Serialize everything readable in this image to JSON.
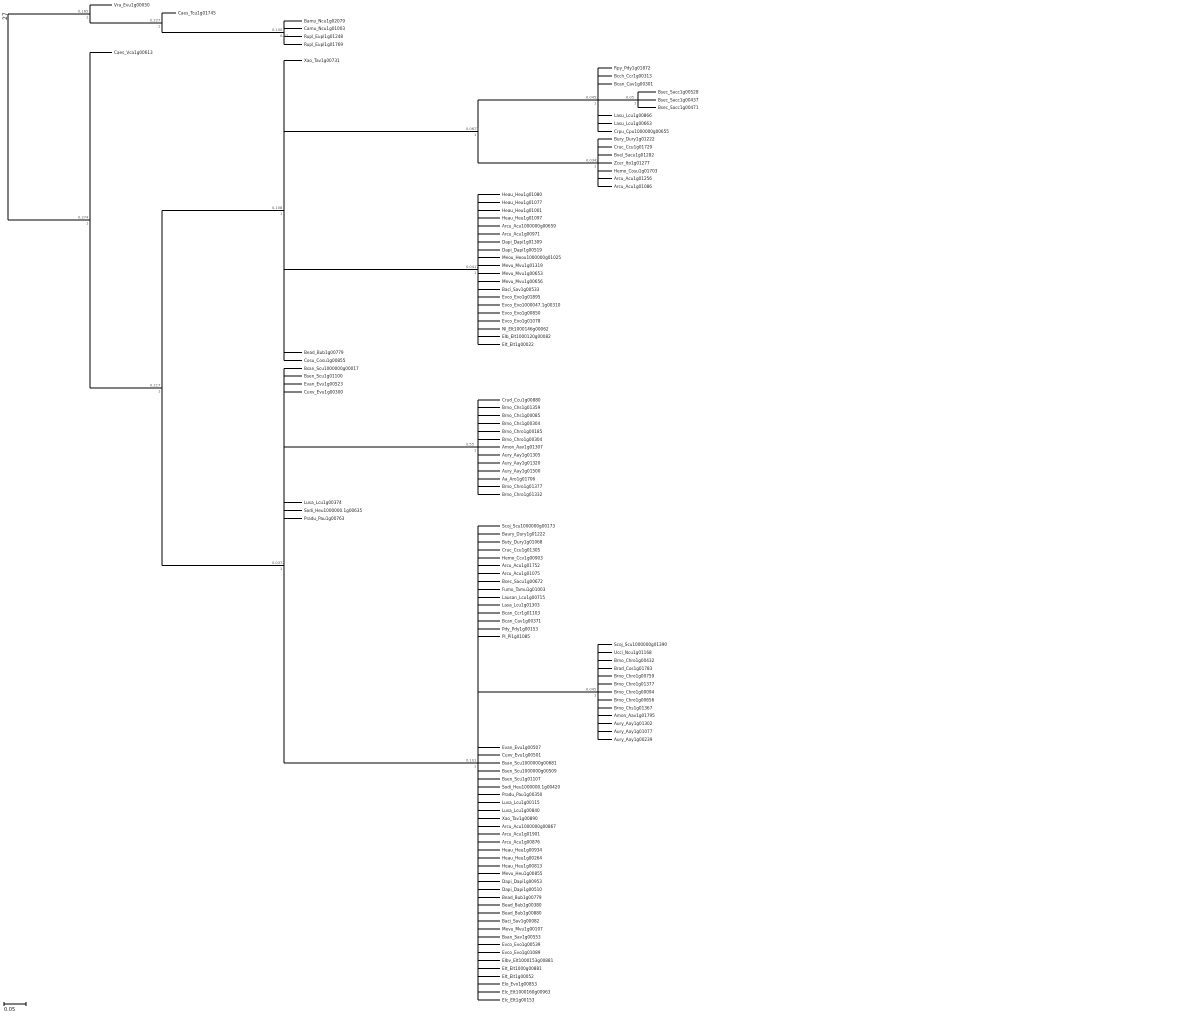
{
  "root_label": "27",
  "scale_bar": {
    "label": "0.05"
  },
  "tree": [
    {
      "id": "root",
      "p": null,
      "bl": ""
    },
    {
      "id": "n1",
      "p": "root",
      "bl": "0.165",
      "sup": "1"
    },
    {
      "id": "t1",
      "p": "n1",
      "tip": "Vra_Evu1g00050"
    },
    {
      "id": "n2",
      "p": "n1",
      "bl": "0.227",
      "sup": "1"
    },
    {
      "id": "t2",
      "p": "n2",
      "tip": "Caes_Tcu1g01745"
    },
    {
      "id": "n3",
      "p": "n2",
      "bl": "0.150",
      "sup": "0.97"
    },
    {
      "id": "t3",
      "p": "n3",
      "tip": "Bamu_Ncu1g02079"
    },
    {
      "id": "t4",
      "p": "n3",
      "tip": "Camu_Ncu1g01003"
    },
    {
      "id": "t5",
      "p": "n3",
      "tip": "Rupl_Eupl1g01248"
    },
    {
      "id": "t6",
      "p": "n3",
      "tip": "Rupl_Eupl1g01769"
    },
    {
      "id": "A",
      "p": "root",
      "bl": "0.374",
      "sup": "1"
    },
    {
      "id": "t7",
      "p": "A",
      "tip": "Caes_Vca1g00613"
    },
    {
      "id": "B",
      "p": "A",
      "bl": "0.217",
      "sup": "1"
    },
    {
      "id": "C",
      "p": "B",
      "bl": "0.108",
      "sup": "1"
    },
    {
      "id": "t8",
      "p": "C",
      "tip": "Xao_Tav1g00731"
    },
    {
      "id": "C1",
      "p": "C",
      "bl": "0.0673",
      "sup": "1"
    },
    {
      "id": "C1a",
      "p": "C1",
      "bl": "0.0453",
      "sup": "1"
    },
    {
      "id": "t9",
      "p": "C1a",
      "tip": "Rpy_Pdy1g01872"
    },
    {
      "id": "t10",
      "p": "C1a",
      "tip": "Bcch_Ccr1g00313"
    },
    {
      "id": "t11",
      "p": "C1a",
      "tip": "Bcan_Cav1g00301"
    },
    {
      "id": "C1b",
      "p": "C1a",
      "bl": "0.05",
      "sup": "1"
    },
    {
      "id": "t12",
      "p": "C1b",
      "tip": "Bsec_Sacc1g00528"
    },
    {
      "id": "t13",
      "p": "C1b",
      "tip": "Bsec_Sacc1g00437"
    },
    {
      "id": "t14",
      "p": "C1b",
      "tip": "Bsec_Sacc1g00471"
    },
    {
      "id": "t15",
      "p": "C1a",
      "tip": "Lasu_Lcu1g00866"
    },
    {
      "id": "t16",
      "p": "C1a",
      "tip": "Lasu_Lcu1g00663"
    },
    {
      "id": "t17",
      "p": "C1a",
      "tip": "Crpu_Cpu1000000g00655"
    },
    {
      "id": "C1c",
      "p": "C1",
      "bl": "0.0342",
      "sup": "1"
    },
    {
      "id": "t18",
      "p": "C1c",
      "tip": "Bury_Dury1g01222"
    },
    {
      "id": "t19",
      "p": "C1c",
      "tip": "Cruc_Ccu1g01729"
    },
    {
      "id": "t20",
      "p": "C1c",
      "tip": "Bvel_Sacu1g01282"
    },
    {
      "id": "t21",
      "p": "C1c",
      "tip": "Zcer_Ito1g01277"
    },
    {
      "id": "t22",
      "p": "C1c",
      "tip": "Hemo_Cosu1g01703"
    },
    {
      "id": "t23",
      "p": "C1c",
      "tip": "Arcu_Acu1g01256"
    },
    {
      "id": "t24",
      "p": "C1c",
      "tip": "Arcu_Acu1g01086"
    },
    {
      "id": "C2",
      "p": "C",
      "bl": "0.0417",
      "sup": "1"
    },
    {
      "id": "t25",
      "p": "C2",
      "tip": "Heau_Heu1g01080"
    },
    {
      "id": "t26",
      "p": "C2",
      "tip": "Heau_Heu1g01077"
    },
    {
      "id": "t27",
      "p": "C2",
      "tip": "Heau_Heu1g01001"
    },
    {
      "id": "t28",
      "p": "C2",
      "tip": "Heau_Heu1g01097"
    },
    {
      "id": "t29",
      "p": "C2",
      "tip": "Arcu_Acu1000000g00659"
    },
    {
      "id": "t30",
      "p": "C2",
      "tip": "Arcu_Acu1g00971"
    },
    {
      "id": "t31",
      "p": "C2",
      "tip": "Dapi_Dapi1g01309"
    },
    {
      "id": "t32",
      "p": "C2",
      "tip": "Dapi_Dapi1g00519"
    },
    {
      "id": "t33",
      "p": "C2",
      "tip": "Meou_Heou1000000g01025"
    },
    {
      "id": "t34",
      "p": "C2",
      "tip": "Mevu_Mvu1g01319"
    },
    {
      "id": "t35",
      "p": "C2",
      "tip": "Mevu_Mvu1g00653"
    },
    {
      "id": "t36",
      "p": "C2",
      "tip": "Mevu_Mvu1g00656"
    },
    {
      "id": "t37",
      "p": "C2",
      "tip": "Baci_Sav1g00533"
    },
    {
      "id": "t38",
      "p": "C2",
      "tip": "Evco_Evo1g01895"
    },
    {
      "id": "t39",
      "p": "C2",
      "tip": "Evco_Evo1000047.1g00310"
    },
    {
      "id": "t40",
      "p": "C2",
      "tip": "Evco_Evo1g00850"
    },
    {
      "id": "t41",
      "p": "C2",
      "tip": "Evco_Evo1g01078"
    },
    {
      "id": "t42",
      "p": "C2",
      "tip": "Nl_EIt1000146g00062"
    },
    {
      "id": "t43",
      "p": "C2",
      "tip": "EIb_EIt1000120g00082"
    },
    {
      "id": "t44",
      "p": "C2",
      "tip": "EIt_EIt1g00022"
    },
    {
      "id": "t45",
      "p": "C",
      "tip": "Bead_Bub1g00779"
    },
    {
      "id": "t46",
      "p": "C",
      "tip": "Cosu_Cosu1g00855"
    },
    {
      "id": "D",
      "p": "B",
      "bl": "0.0372",
      "sup": "1"
    },
    {
      "id": "t47",
      "p": "D",
      "tip": "Bsan_Scu1000000g00017"
    },
    {
      "id": "t48",
      "p": "D",
      "tip": "Bsen_Scu1g01100"
    },
    {
      "id": "t49",
      "p": "D",
      "tip": "Evan_Evu1g00523"
    },
    {
      "id": "t50",
      "p": "D",
      "tip": "Cuxv_Evu1g00300"
    },
    {
      "id": "D1",
      "p": "D",
      "bl": "0.55",
      "sup": "1"
    },
    {
      "id": "t51",
      "p": "D1",
      "tip": "Crud_Ccu1g00880"
    },
    {
      "id": "t52",
      "p": "D1",
      "tip": "Brno_Chs1g01359"
    },
    {
      "id": "t53",
      "p": "D1",
      "tip": "Brno_Chs1g00085"
    },
    {
      "id": "t54",
      "p": "D1",
      "tip": "Brno_Chs1g00304"
    },
    {
      "id": "t55",
      "p": "D1",
      "tip": "Brno_Chro1g00185"
    },
    {
      "id": "t56",
      "p": "D1",
      "tip": "Brno_Chro1g00304"
    },
    {
      "id": "t57",
      "p": "D1",
      "tip": "Amon_Aav1g01307"
    },
    {
      "id": "t58",
      "p": "D1",
      "tip": "Aury_Aay1g01305"
    },
    {
      "id": "t59",
      "p": "D1",
      "tip": "Aury_Aay1g01320"
    },
    {
      "id": "t60",
      "p": "D1",
      "tip": "Aury_Aay1g01500"
    },
    {
      "id": "t61",
      "p": "D1",
      "tip": "Aa_Aro1g01706"
    },
    {
      "id": "t62",
      "p": "D1",
      "tip": "Brno_Chro1g01377"
    },
    {
      "id": "t63",
      "p": "D1",
      "tip": "Brno_Chro1g01332"
    },
    {
      "id": "t64",
      "p": "D",
      "tip": "Lusa_Lcu1g00374"
    },
    {
      "id": "t65",
      "p": "D",
      "tip": "Sodi_Heu1000000.1g00635"
    },
    {
      "id": "t66",
      "p": "D",
      "tip": "Pradu_Pau1g00763"
    },
    {
      "id": "D2",
      "p": "D",
      "bl": "0.101",
      "sup": "1"
    },
    {
      "id": "t67",
      "p": "D2",
      "tip": "Scoj_Scu1000000g00173"
    },
    {
      "id": "t68",
      "p": "D2",
      "tip": "Baury_Dury1g01222"
    },
    {
      "id": "t69",
      "p": "D2",
      "tip": "Buty_Dury1g01068"
    },
    {
      "id": "t70",
      "p": "D2",
      "tip": "Cruc_Ccu1g01305"
    },
    {
      "id": "t71",
      "p": "D2",
      "tip": "Hemo_Ccv1g00903"
    },
    {
      "id": "t72",
      "p": "D2",
      "tip": "Arcu_Acu1g01752"
    },
    {
      "id": "t73",
      "p": "D2",
      "tip": "Arcu_Acu1g01075"
    },
    {
      "id": "t74",
      "p": "D2",
      "tip": "Bsec_Sacu1g00672"
    },
    {
      "id": "t75",
      "p": "D2",
      "tip": "Fumo_Tamu1g01003"
    },
    {
      "id": "t76",
      "p": "D2",
      "tip": "Lausan_Lcu1g00715"
    },
    {
      "id": "t77",
      "p": "D2",
      "tip": "Lasa_Lcu1g01303"
    },
    {
      "id": "t78",
      "p": "D2",
      "tip": "Bcan_Ccr1g01103"
    },
    {
      "id": "t79",
      "p": "D2",
      "tip": "Bcan_Cav1g00371"
    },
    {
      "id": "t80",
      "p": "D2",
      "tip": "Pdy_Pdy1g00153"
    },
    {
      "id": "t81",
      "p": "D2",
      "tip": "Pi_Pi1g01085"
    },
    {
      "id": "D3",
      "p": "D2",
      "bl": "0.045",
      "sup": "1"
    },
    {
      "id": "t82",
      "p": "D3",
      "tip": "Scoj_Scu1000000g01390"
    },
    {
      "id": "t83",
      "p": "D3",
      "tip": "Ucci_Ncu1g01168"
    },
    {
      "id": "t84",
      "p": "D3",
      "tip": "Brno_Chro1g00432"
    },
    {
      "id": "t85",
      "p": "D3",
      "tip": "Brad_Cos1g01783"
    },
    {
      "id": "t86",
      "p": "D3",
      "tip": "Brno_Chro1g00759"
    },
    {
      "id": "t87",
      "p": "D3",
      "tip": "Brno_Chro1g01377"
    },
    {
      "id": "t88",
      "p": "D3",
      "tip": "Brno_Chro1g00094"
    },
    {
      "id": "t89",
      "p": "D3",
      "tip": "Brno_Chro1g00656"
    },
    {
      "id": "t90",
      "p": "D3",
      "tip": "Brno_Chs1g01367"
    },
    {
      "id": "t91",
      "p": "D3",
      "tip": "Amon_Aav1g01795"
    },
    {
      "id": "t92",
      "p": "D3",
      "tip": "Aury_Aay1g01302"
    },
    {
      "id": "t93",
      "p": "D3",
      "tip": "Aury_Aay1g01077"
    },
    {
      "id": "t94",
      "p": "D3",
      "tip": "Aury_Aay1g00239"
    },
    {
      "id": "t95",
      "p": "D2",
      "tip": "Evan_Evu1g00507"
    },
    {
      "id": "t96",
      "p": "D2",
      "tip": "Cuxv_Evu1g00501"
    },
    {
      "id": "t97",
      "p": "D2",
      "tip": "Bsan_Scu1000000g00681"
    },
    {
      "id": "t98",
      "p": "D2",
      "tip": "Bsen_Scu1000000g00509"
    },
    {
      "id": "t99",
      "p": "D2",
      "tip": "Bsen_Scu1g01107"
    },
    {
      "id": "t100",
      "p": "D2",
      "tip": "Sodi_Heu1000000.1g00420"
    },
    {
      "id": "t101",
      "p": "D2",
      "tip": "Pradu_Pau1g00350"
    },
    {
      "id": "t102",
      "p": "D2",
      "tip": "Lusa_Lcu1g00115"
    },
    {
      "id": "t103",
      "p": "D2",
      "tip": "Lusa_Lcu1g00840"
    },
    {
      "id": "t104",
      "p": "D2",
      "tip": "Xao_Tav1g00890"
    },
    {
      "id": "t105",
      "p": "D2",
      "tip": "Arcu_Acu1000000g00867"
    },
    {
      "id": "t106",
      "p": "D2",
      "tip": "Arcu_Acu1g01901"
    },
    {
      "id": "t107",
      "p": "D2",
      "tip": "Arcu_Acu1g00876"
    },
    {
      "id": "t108",
      "p": "D2",
      "tip": "Heau_Heu1g00934"
    },
    {
      "id": "t109",
      "p": "D2",
      "tip": "Heau_Heu1g00264"
    },
    {
      "id": "t110",
      "p": "D2",
      "tip": "Heau_Heu1g00813"
    },
    {
      "id": "t111",
      "p": "D2",
      "tip": "Mevu_Heu1g00855"
    },
    {
      "id": "t112",
      "p": "D2",
      "tip": "Dapi_Dapi1g00953"
    },
    {
      "id": "t113",
      "p": "D2",
      "tip": "Dapi_Dapi1g00510"
    },
    {
      "id": "t114",
      "p": "D2",
      "tip": "Bead_Bub1g00779"
    },
    {
      "id": "t115",
      "p": "D2",
      "tip": "Bead_Bub1g00380"
    },
    {
      "id": "t116",
      "p": "D2",
      "tip": "Bead_Bub1g00880"
    },
    {
      "id": "t117",
      "p": "D2",
      "tip": "Baci_Sav1g00082"
    },
    {
      "id": "t118",
      "p": "D2",
      "tip": "Mevu_Mvu1g00107"
    },
    {
      "id": "t119",
      "p": "D2",
      "tip": "Bsan_Sav1g00553"
    },
    {
      "id": "t120",
      "p": "D2",
      "tip": "Evco_Evo1g00539"
    },
    {
      "id": "t121",
      "p": "D2",
      "tip": "Evco_Evo1g01089"
    },
    {
      "id": "t122",
      "p": "D2",
      "tip": "EIbv_EIt1000153g00881"
    },
    {
      "id": "t123",
      "p": "D2",
      "tip": "EIt_EIt1000g00881"
    },
    {
      "id": "t124",
      "p": "D2",
      "tip": "EIt_EIt1g00052"
    },
    {
      "id": "t125",
      "p": "D2",
      "tip": "EIo_Evo1g00853"
    },
    {
      "id": "t126",
      "p": "D2",
      "tip": "EIc_EIt1000160g00963"
    },
    {
      "id": "t127",
      "p": "D2",
      "tip": "EIc_EIt1g00153"
    }
  ]
}
